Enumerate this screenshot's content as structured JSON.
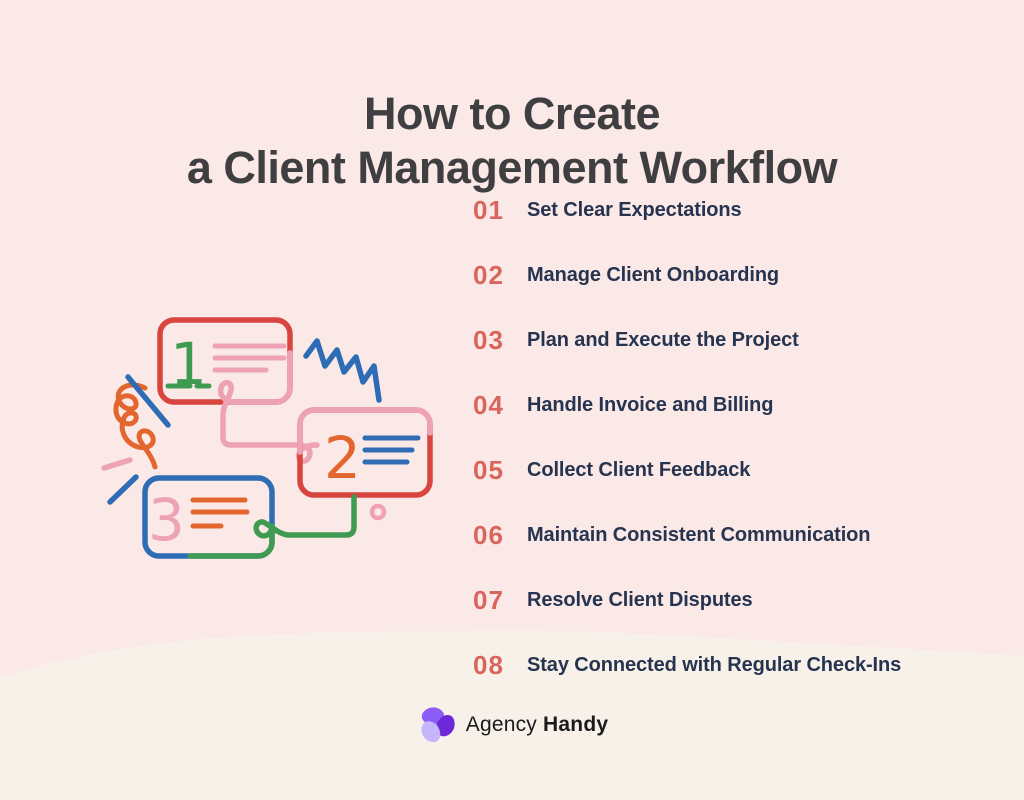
{
  "title": {
    "line1": "How to Create",
    "line2": "a Client Management Workflow"
  },
  "steps": [
    {
      "number": "01",
      "label": "Set Clear Expectations"
    },
    {
      "number": "02",
      "label": "Manage Client Onboarding"
    },
    {
      "number": "03",
      "label": "Plan and Execute the Project"
    },
    {
      "number": "04",
      "label": "Handle Invoice and Billing"
    },
    {
      "number": "05",
      "label": "Collect Client Feedback"
    },
    {
      "number": "06",
      "label": "Maintain Consistent Communication"
    },
    {
      "number": "07",
      "label": "Resolve Client Disputes"
    },
    {
      "number": "08",
      "label": "Stay Connected with Regular Check-Ins"
    }
  ],
  "illustration": {
    "cards": [
      {
        "number": "1"
      },
      {
        "number": "2"
      },
      {
        "number": "3"
      }
    ]
  },
  "logo": {
    "name_regular": "Agency",
    "name_bold": "Handy"
  },
  "colors": {
    "background": "#fbe9e8",
    "wave": "#f8f1ea",
    "title_text": "#3f3e40",
    "step_number": "#d9655c",
    "step_label": "#273450",
    "illustration_red": "#d8453e",
    "illustration_pink": "#eda2b6",
    "illustration_green": "#3f9b51",
    "illustration_orange": "#e2662d",
    "illustration_blue": "#2e6cb5",
    "logo_purple_mid": "#8b5cf6",
    "logo_purple_dark": "#6d28d9",
    "logo_purple_light": "#c4b5fd",
    "logo_text": "#1b1a1d"
  }
}
